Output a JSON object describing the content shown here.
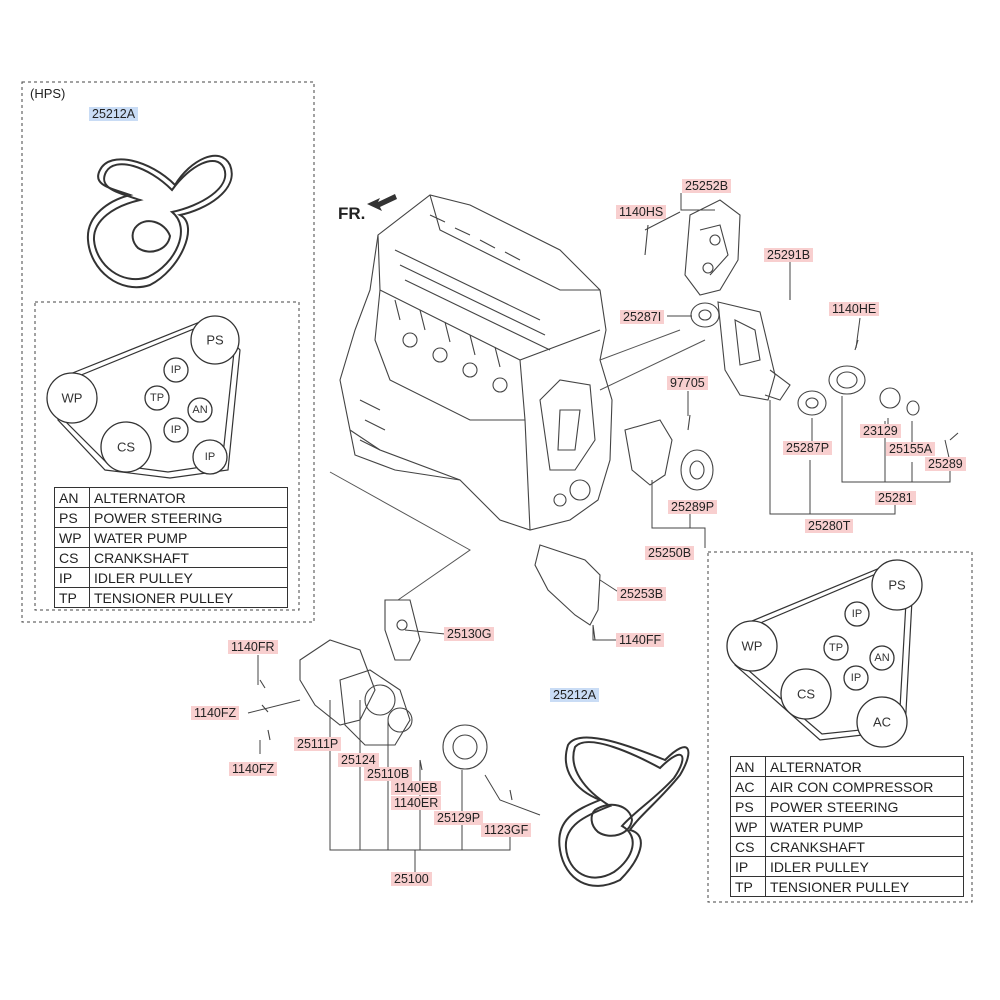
{
  "hps_label": "(HPS)",
  "front_label": "FR.",
  "labels": {
    "belt_hps": "25212A",
    "belt_main": "25212A",
    "p25252B": "25252B",
    "p1140HS": "1140HS",
    "p25291B": "25291B",
    "p1140HE": "1140HE",
    "p25287I": "25287I",
    "p97705": "97705",
    "p25287P": "25287P",
    "p23129": "23129",
    "p25155A": "25155A",
    "p25289": "25289",
    "p25281": "25281",
    "p25289P": "25289P",
    "p25280T": "25280T",
    "p25250B": "25250B",
    "p25253B": "25253B",
    "p1140FF": "1140FF",
    "p1140FR": "1140FR",
    "p25130G": "25130G",
    "p1140FZ_a": "1140FZ",
    "p1140FZ_b": "1140FZ",
    "p25111P": "25111P",
    "p25124": "25124",
    "p25110B": "25110B",
    "p1140EB": "1140EB",
    "p1140ER": "1140ER",
    "p25129P": "25129P",
    "p1123GF": "1123GF",
    "p25100": "25100"
  },
  "pulleys_left": {
    "ps": "PS",
    "ip1": "IP",
    "wp": "WP",
    "tp": "TP",
    "an": "AN",
    "ip2": "IP",
    "cs": "CS",
    "ip3": "IP"
  },
  "pulleys_right": {
    "ps": "PS",
    "ip1": "IP",
    "wp": "WP",
    "tp": "TP",
    "an": "AN",
    "ip2": "IP",
    "cs": "CS",
    "ac": "AC"
  },
  "legend_left": [
    {
      "abbr": "AN",
      "name": "ALTERNATOR"
    },
    {
      "abbr": "PS",
      "name": "POWER STEERING"
    },
    {
      "abbr": "WP",
      "name": "WATER PUMP"
    },
    {
      "abbr": "CS",
      "name": "CRANKSHAFT"
    },
    {
      "abbr": "IP",
      "name": "IDLER PULLEY"
    },
    {
      "abbr": "TP",
      "name": "TENSIONER PULLEY"
    }
  ],
  "legend_right": [
    {
      "abbr": "AN",
      "name": "ALTERNATOR"
    },
    {
      "abbr": "AC",
      "name": "AIR CON COMPRESSOR"
    },
    {
      "abbr": "PS",
      "name": "POWER STEERING"
    },
    {
      "abbr": "WP",
      "name": "WATER PUMP"
    },
    {
      "abbr": "CS",
      "name": "CRANKSHAFT"
    },
    {
      "abbr": "IP",
      "name": "IDLER PULLEY"
    },
    {
      "abbr": "TP",
      "name": "TENSIONER PULLEY"
    }
  ],
  "colors": {
    "part_label": "#f8cfcf",
    "belt_label": "#c9dcf5",
    "line": "#333333"
  }
}
